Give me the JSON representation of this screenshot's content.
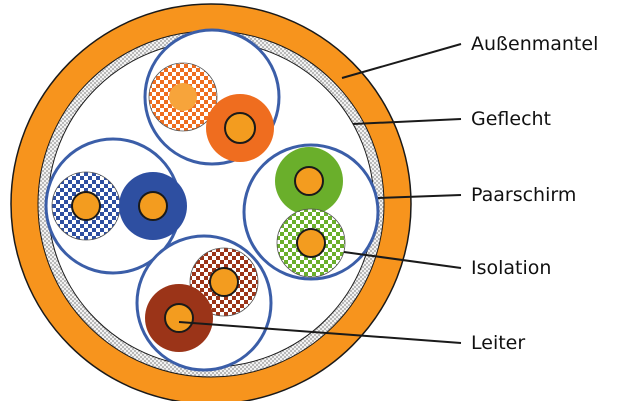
{
  "labels": {
    "outer_jacket": "Außenmantel",
    "braid": "Geflecht",
    "pair_shield": "Paarschirm",
    "insulation": "Isolation",
    "conductor": "Leiter"
  },
  "colors": {
    "jacket": "#f7941d",
    "braid": "#cfcfcf",
    "shield": "#3b5ea8",
    "copper": "#f39c1f",
    "orange_pair": "#ef6d1f",
    "orange_light": "#f7a43b",
    "blue_pair": "#2e4fa1",
    "green_pair": "#6aaf2b",
    "brown_pair": "#9b3418",
    "outline": "#1a1a1a"
  },
  "pairs": [
    {
      "name": "orange",
      "solid": "#ef6d1f",
      "stripe": "#f7a43b"
    },
    {
      "name": "blue",
      "solid": "#2e4fa1",
      "stripe": "#2e4fa1"
    },
    {
      "name": "green",
      "solid": "#6aaf2b",
      "stripe": "#6aaf2b"
    },
    {
      "name": "brown",
      "solid": "#9b3418",
      "stripe": "#9b3418"
    }
  ]
}
